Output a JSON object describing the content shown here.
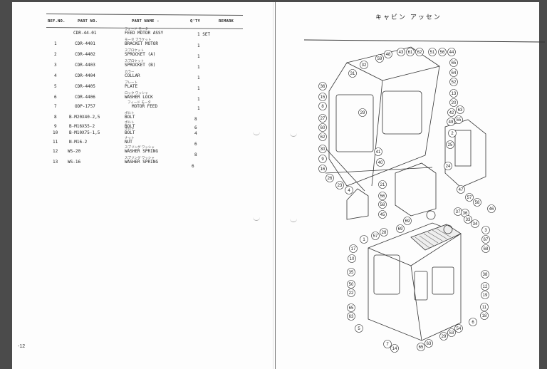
{
  "document": {
    "left_page": {
      "page_number": "-12",
      "table": {
        "headers": [
          "REF.NO.",
          "PART NO.",
          "PART NAME -",
          "Q'TY",
          "REMARK"
        ],
        "rows": [
          {
            "ref": "",
            "part_no": "CDR-44-01",
            "kana": "フィード モータ",
            "name": "FEED MOTOR ASSY",
            "qty": "1 SET"
          },
          {
            "ref": "1",
            "part_no": "CDR-4401",
            "kana": "モータ ブラケット",
            "name": "BRACKET MOTOR",
            "qty": "1"
          },
          {
            "ref": "2",
            "part_no": "CDR-4402",
            "kana": "スプロケット",
            "name": "SPROCKET (A)",
            "qty": "1"
          },
          {
            "ref": "3",
            "part_no": "CDR-4403",
            "kana": "スプロケット",
            "name": "SPROCKET (B)",
            "qty": "1"
          },
          {
            "ref": "4",
            "part_no": "CDR-4404",
            "kana": "カラー",
            "name": "COLLAR",
            "qty": "1"
          },
          {
            "ref": "5",
            "part_no": "CDR-4405",
            "kana": "プレート",
            "name": "PLATE",
            "qty": "1"
          },
          {
            "ref": "6",
            "part_no": "CDR-4406",
            "kana": "ロック ワッシャ",
            "name": "WASHER LOCK",
            "qty": "1"
          },
          {
            "ref": "7",
            "part_no": "ODP-1757",
            "kana": "フィード モータ",
            "name": "MOTOR FEED",
            "qty": "1"
          },
          {
            "ref": "8",
            "part_no": "B-M20X40-2,5",
            "kana": "ボルト",
            "name": "BOLT",
            "qty": "8"
          },
          {
            "ref": "9",
            "part_no": "B-M16X55-2",
            "kana": "ボルト",
            "name": "BOLT",
            "qty": "6"
          },
          {
            "ref": "10",
            "part_no": "B-M10X75-1,5",
            "kana": "ボルト",
            "name": "BOLT",
            "qty": "4"
          },
          {
            "ref": "11",
            "part_no": "N-M16-2",
            "kana": "ナット",
            "name": "NUT",
            "qty": "6"
          },
          {
            "ref": "12",
            "part_no": "WS-20",
            "kana": "スプリング ワッシャ",
            "name": "WASHER SPRING",
            "qty": "8"
          },
          {
            "ref": "13",
            "part_no": "WS-16",
            "kana": "スプリング ワッシャ",
            "name": "WASHER SPRING",
            "qty": "6"
          }
        ]
      }
    },
    "right_page": {
      "title": "キャビン アッセン",
      "callouts_upper": [
        "43",
        "61",
        "62",
        "51",
        "56",
        "44",
        "59",
        "48",
        "32",
        "31",
        "65",
        "64",
        "52",
        "36",
        "15",
        "8",
        "29",
        "13",
        "20",
        "42",
        "63",
        "27",
        "60",
        "62",
        "49",
        "55",
        "2",
        "30",
        "25",
        "41",
        "9",
        "16",
        "40",
        "24",
        "26",
        "23",
        "4",
        "21",
        "56",
        "58",
        "45",
        "47",
        "57",
        "58",
        "46"
      ],
      "callouts_lower": [
        "37",
        "36",
        "69",
        "33",
        "34",
        "69",
        "57",
        "28",
        "1",
        "3",
        "67",
        "68",
        "17",
        "10",
        "35",
        "50",
        "22",
        "38",
        "12",
        "19",
        "11",
        "18",
        "65",
        "63",
        "6",
        "5",
        "29",
        "53",
        "54",
        "7",
        "14",
        "65",
        "63"
      ]
    }
  }
}
